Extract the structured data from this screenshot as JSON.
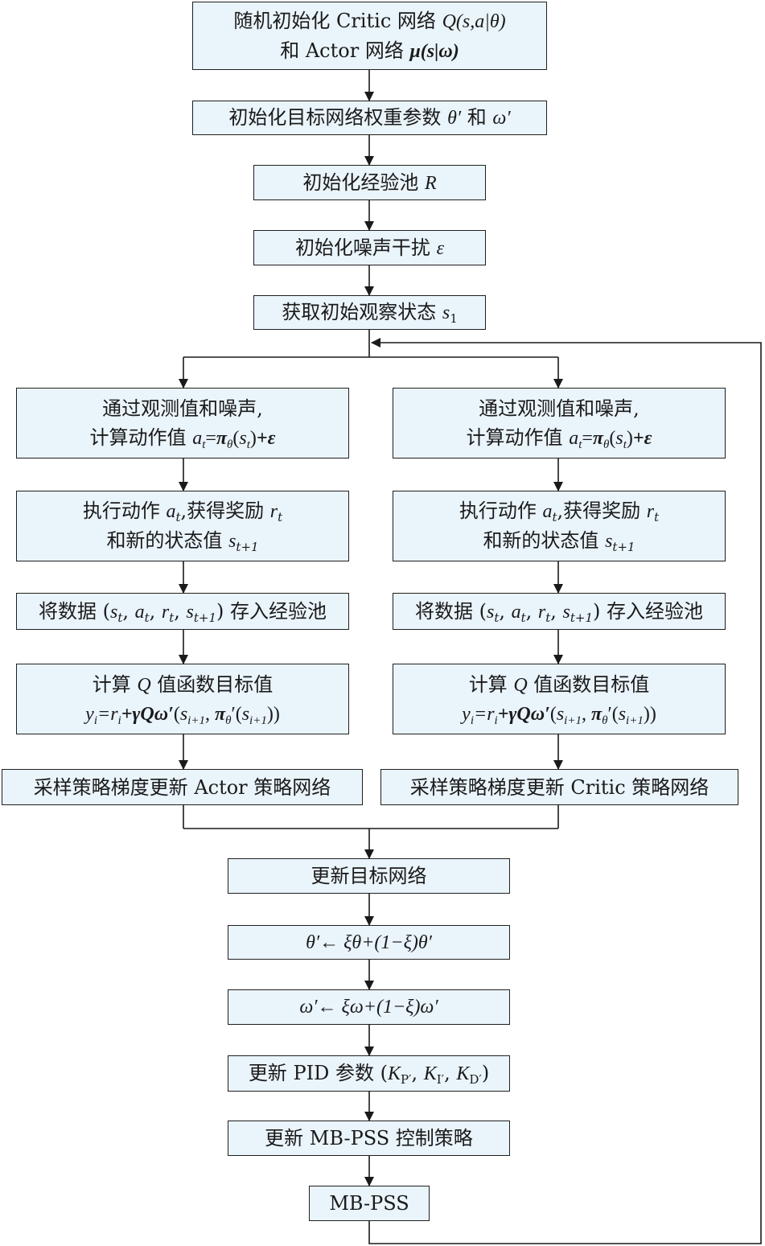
{
  "steps": {
    "init_critic_actor": {
      "line1_text": "随机初始化 Critic 网络 ",
      "line1_math": "Q(s,a|θ)",
      "line2_text": "和 Actor 网络 ",
      "line2_math": "μ(s|ω)"
    },
    "init_target_weights": {
      "text": "初始化目标网络权重参数 ",
      "math1": "θ′",
      "mid": " 和 ",
      "math2": "ω′"
    },
    "init_replay_pool": {
      "text": "初始化经验池 ",
      "math": "R"
    },
    "init_noise": {
      "text": "初始化噪声干扰 ",
      "math": "ε"
    },
    "get_initial_observation": {
      "text": "获取初始观察状态 ",
      "math": "s",
      "sub": "1"
    },
    "update_target_network": {
      "text": "更新目标网络"
    },
    "soft_update_theta": {
      "math": "θ′← ξθ+(1−ξ)θ′"
    },
    "soft_update_omega": {
      "math": "ω′← ξω+(1−ξ)ω′"
    },
    "update_pid": {
      "text": "更新 PID 参数 ",
      "open": "(",
      "k": "K",
      "p_sub": "P′",
      "i_sub": "I′",
      "d_sub": "D′",
      "sep": ", ",
      "close": ")"
    },
    "update_mbpss_policy": {
      "text": "更新 MB-PSS 控制策略"
    },
    "mbpss": {
      "text": "MB-PSS"
    }
  },
  "branch": {
    "compute_action": {
      "line1": "通过观测值和噪声,",
      "line2_text": "计算动作值 ",
      "a": "a",
      "t": "t",
      "eq": "=",
      "pi": "π",
      "theta": "θ",
      "s": "s",
      "open": "(",
      "close": ")",
      "plus_eps": "+ε"
    },
    "execute_action": {
      "line1_text": "执行动作 ",
      "a": "a",
      "t": "t",
      "mid": ",获得奖励 ",
      "r": "r",
      "line2_text": "和新的状态值 ",
      "s": "s",
      "t1": "t+1"
    },
    "store_data": {
      "text": "将数据 ",
      "open": "(",
      "s": "s",
      "a": "a",
      "r": "r",
      "t": "t",
      "t1": "t+1",
      "sep": ", ",
      "close": ")",
      "suffix": " 存入经验池"
    },
    "compute_q_target": {
      "line1_text": "计算 ",
      "q": "Q",
      "line1_suffix": " 值函数目标值",
      "y": "y",
      "i": "i",
      "eq_r": "=r",
      "plus_gamma": "+γQω′",
      "open": "(",
      "s": "s",
      "i1": "i+1",
      "sep": ", ",
      "pi": "π",
      "theta": "θ",
      "prime": "′",
      "close2": "))",
      "close": ")"
    }
  },
  "left_branch": {
    "sample_update": "采样策略梯度更新 Actor 策略网络"
  },
  "right_branch": {
    "sample_update": "采样策略梯度更新 Critic 策略网络"
  }
}
